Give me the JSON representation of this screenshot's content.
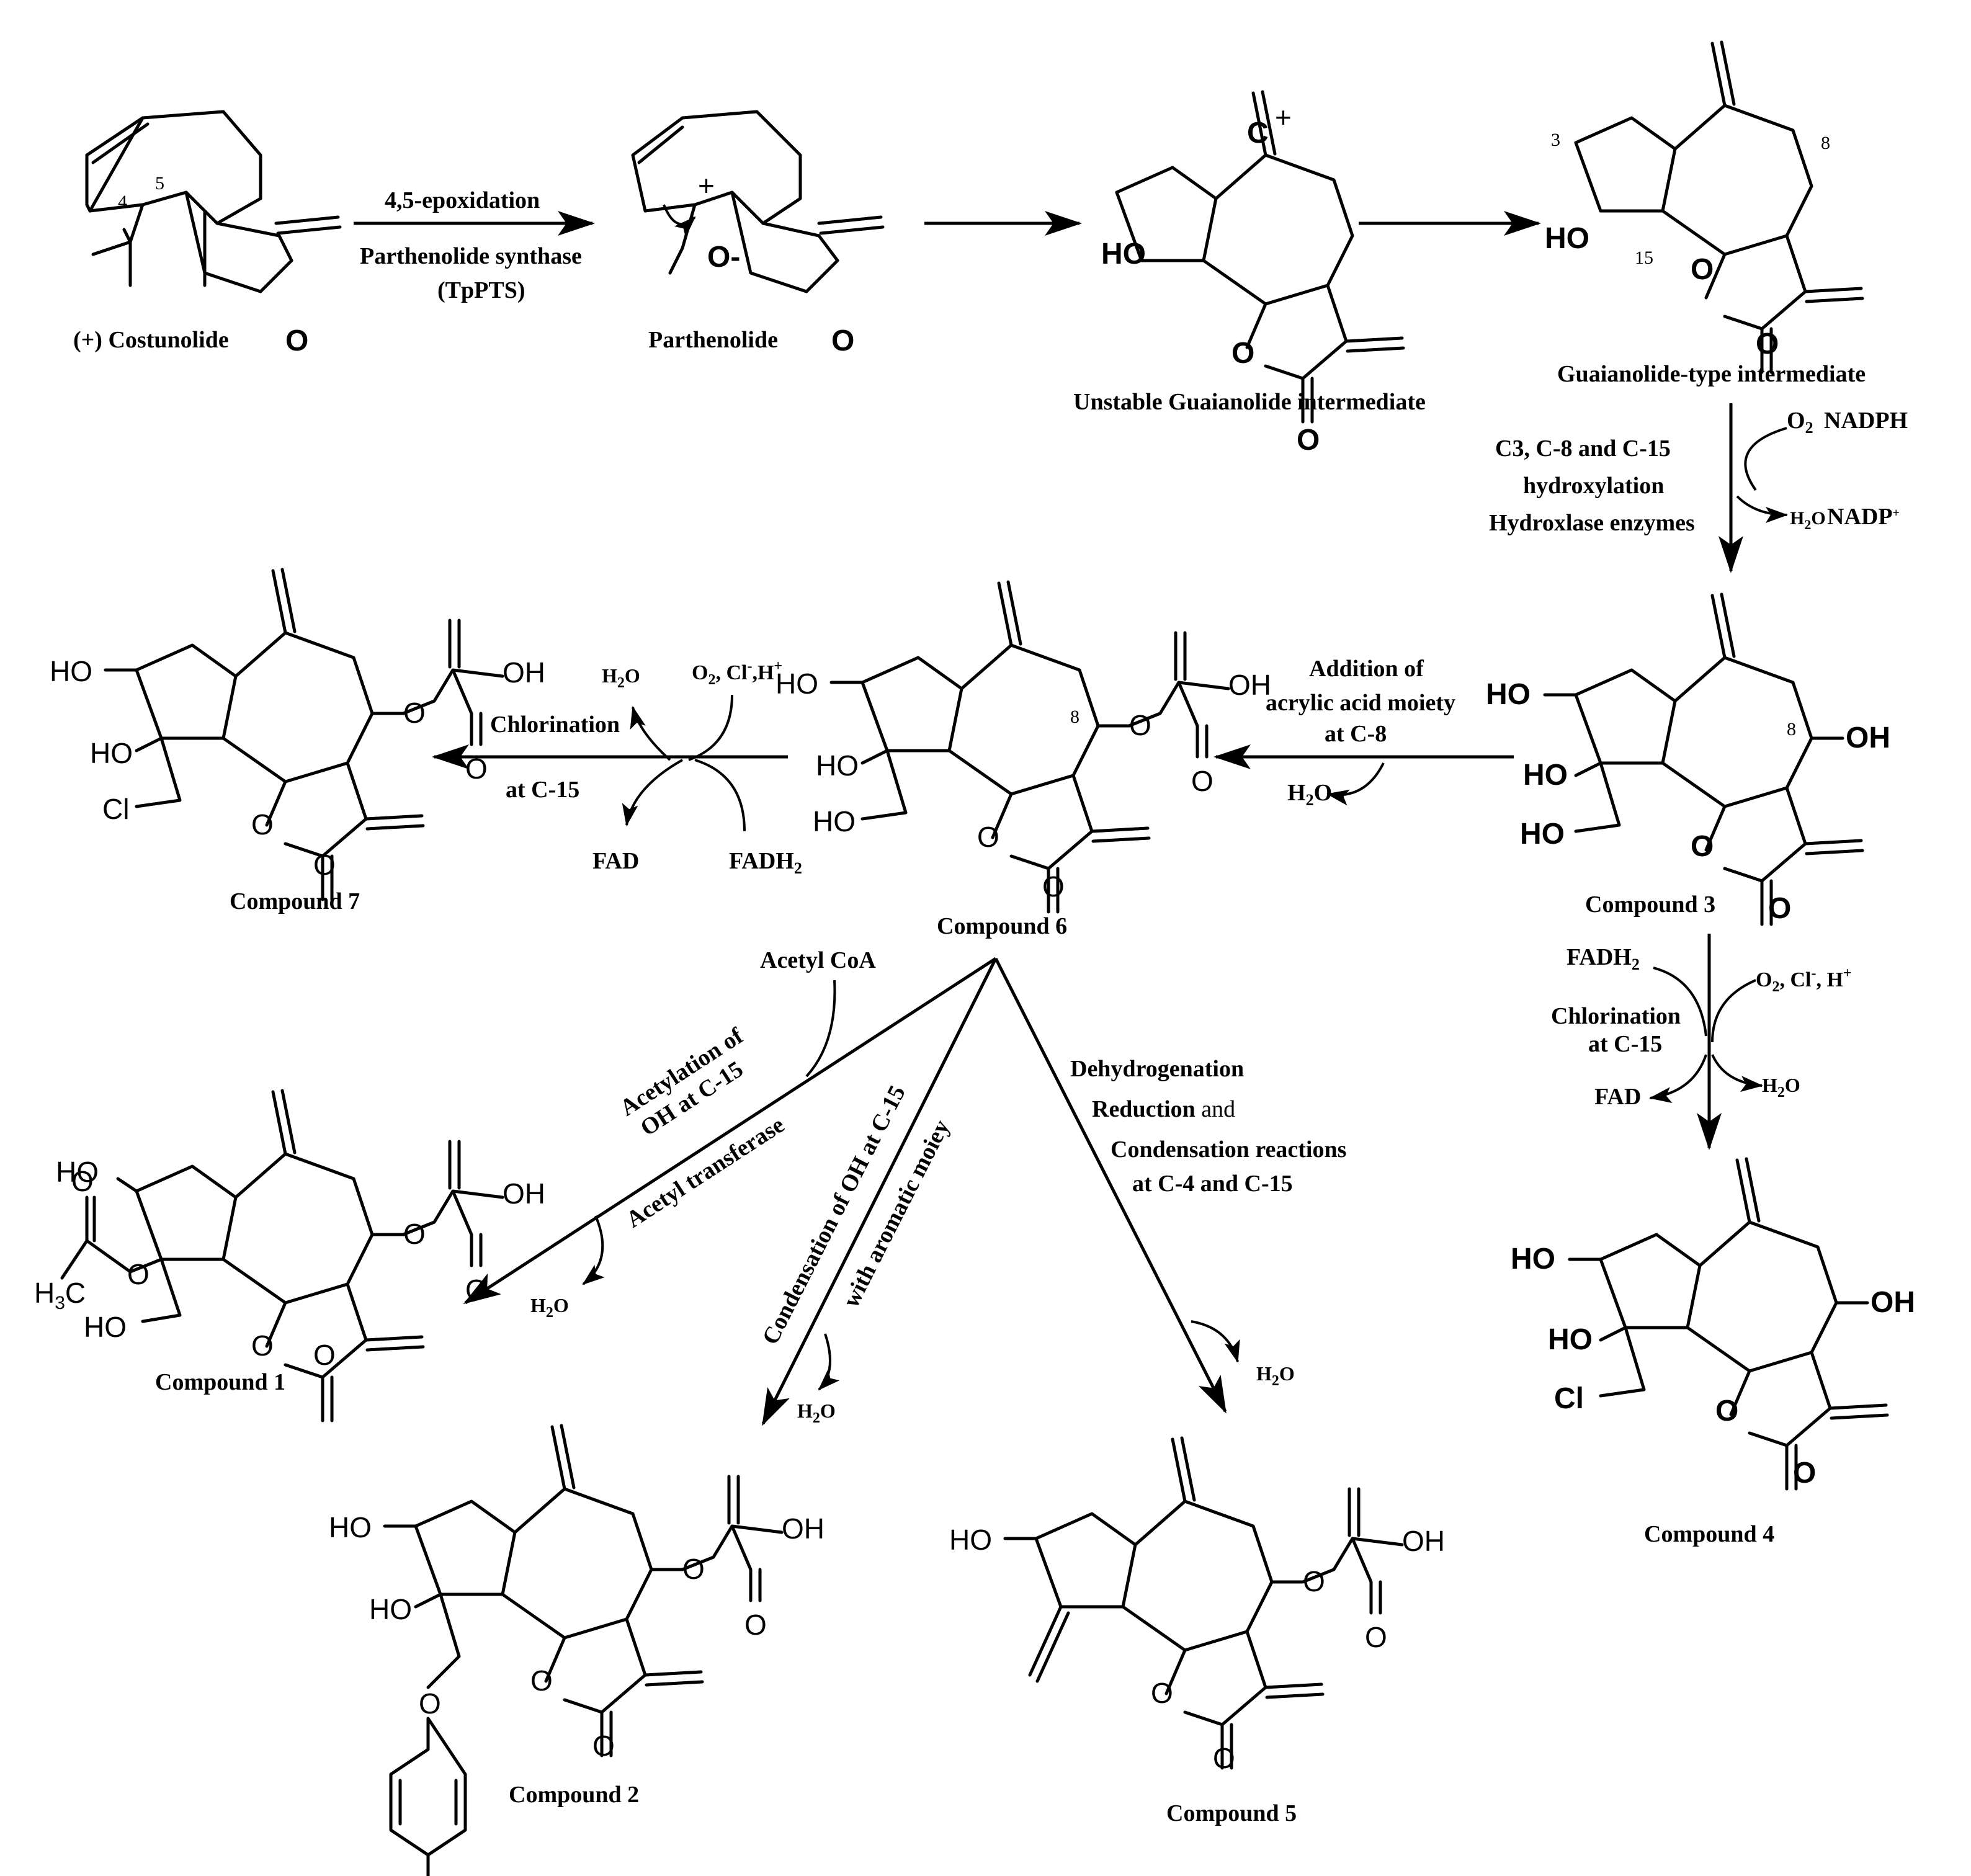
{
  "compounds": {
    "costunolide": "(+) Costunolide",
    "parthenolide": "Parthenolide",
    "unstable": "Unstable Guaianolide intermediate",
    "guaianolide": "Guaianolide-type intermediate",
    "c1": "Compound 1",
    "c2": "Compound 2",
    "c3": "Compound 3",
    "c4": "Compound 4",
    "c5": "Compound 5",
    "c6": "Compound 6",
    "c7": "Compound 7"
  },
  "steps": {
    "s1_line1": "4,5-epoxidation",
    "s1_line2": "Parthenolide synthase",
    "s1_line3": "(TpPTS)",
    "hyd_line1": "C3, C-8 and C-15",
    "hyd_line2": "hydroxylation",
    "hyd_line3": "Hydroxlase enzymes",
    "hyd_o2": "O",
    "hyd_o2_sub": "2",
    "hyd_nadph": "NADPH",
    "hyd_h2o": "H",
    "hyd_h2o_sub": "2",
    "hyd_h2o_o": "O",
    "hyd_nadp": "NADP",
    "hyd_nadp_sup": "+",
    "acr_line1": "Addition of",
    "acr_line2": "acrylic acid moiety",
    "acr_line3": "at C-8",
    "acr_h2o": "H",
    "acr_h2o_sub": "2",
    "acr_h2o_o": "O",
    "chl7_line1": "Chlorination",
    "chl7_line2": "at C-15",
    "chl7_h2o": "H",
    "chl7_h2o_sub": "2",
    "chl7_h2o_o": "O",
    "chl7_reag": "O",
    "chl7_reag_sub": "2",
    "chl7_reag_rest": ", Cl",
    "chl7_reag_sup": "-",
    "chl7_reag_end": ",H",
    "chl7_reag_sup2": "+",
    "chl7_fad": "FAD",
    "chl7_fadh": "FADH",
    "chl7_fadh_sub": "2",
    "chl4_line1": "Chlorination",
    "chl4_line2": "at C-15",
    "chl4_fadh": "FADH",
    "chl4_fadh_sub": "2",
    "chl4_reag": "O",
    "chl4_reag_sub": "2",
    "chl4_reag_rest": ", Cl",
    "chl4_reag_sup": "-",
    "chl4_reag_end": ", H",
    "chl4_reag_sup2": "+",
    "chl4_fad": "FAD",
    "chl4_h2o": "H",
    "chl4_h2o_sub": "2",
    "chl4_h2o_o": "O",
    "acetyl_coa": "Acetyl CoA",
    "acet_line1": "Acetylation of",
    "acet_line2": "OH at C-15",
    "acet_line3": "Acetyl transferase",
    "acet_h2o": "H",
    "acet_h2o_sub": "2",
    "acet_h2o_o": "O",
    "cond_line1": "Condensation of OH at C-15",
    "cond_line2": "with aromatic moiey",
    "cond_h2o": "H",
    "cond_h2o_sub": "2",
    "cond_h2o_o": "O",
    "dehyd_line1": "Dehydrogenation",
    "dehyd_line2a": "Reduction",
    "dehyd_line2b": " and",
    "dehyd_line3": "Condensation  reactions",
    "dehyd_line4": "at C-4 and C-15",
    "dehyd_h2o": "H",
    "dehyd_h2o_sub": "2",
    "dehyd_h2o_o": "O"
  },
  "atoms": {
    "ho": "HO",
    "oh": "OH",
    "o": "O",
    "cl": "Cl",
    "c_plus": "C",
    "plus": "+",
    "o_minus": "O-",
    "h3c": "H",
    "h3c_sub": "3",
    "h3c_c": "C",
    "n4": "4",
    "n5": "5",
    "n3": "3",
    "n8": "8",
    "n15": "15"
  }
}
